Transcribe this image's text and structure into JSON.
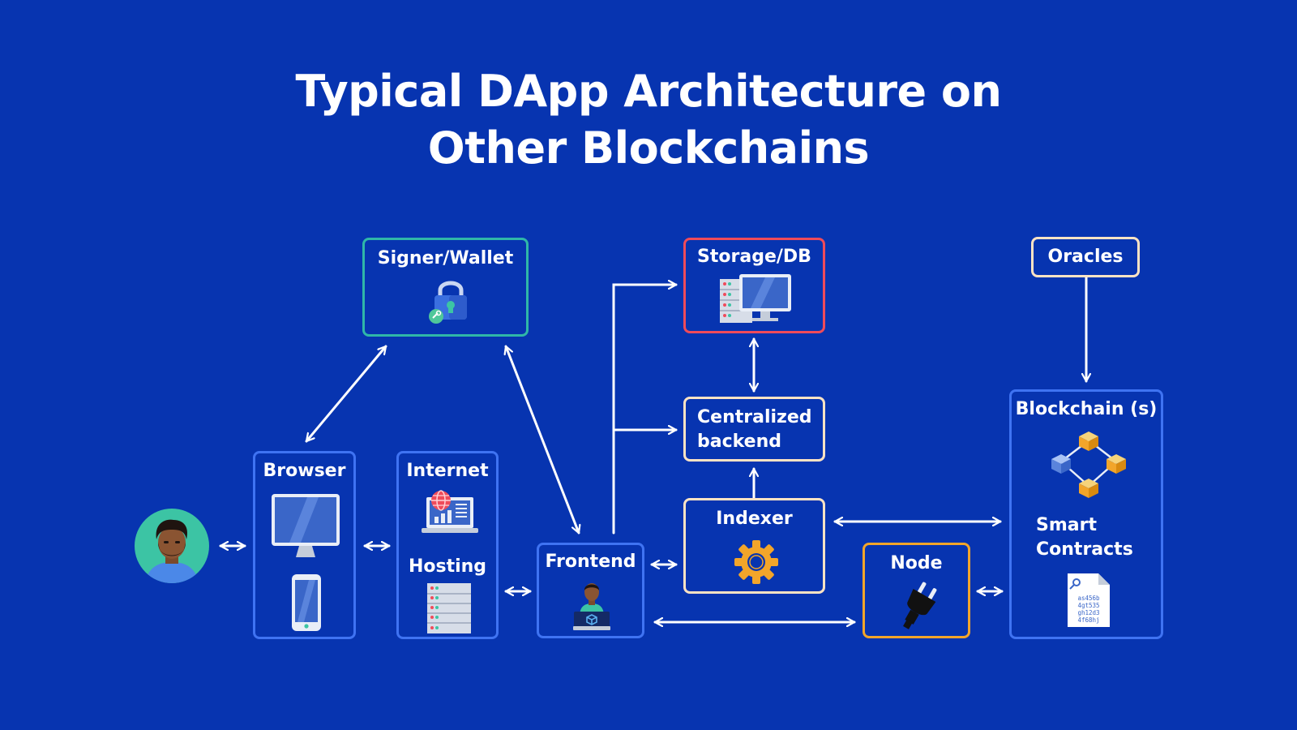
{
  "title": {
    "line1": "Typical DApp Architecture on",
    "line2": "Other Blockchains"
  },
  "colors": {
    "background": "#0734b0",
    "wallet_border": "#2fb7a8",
    "storage_border": "#ef4b5a",
    "backend_border": "#fde3c4",
    "indexer_border": "#fde3c4",
    "oracles_border": "#fde3c4",
    "node_border": "#f2a52a",
    "blue_border": "#3f73f2",
    "arrow": "#ffffff"
  },
  "nodes": {
    "wallet": {
      "label": "Signer/Wallet",
      "icon": "padlock-icon"
    },
    "storage": {
      "label": "Storage/DB",
      "icon": "server-monitor-icon"
    },
    "oracles": {
      "label": "Oracles"
    },
    "backend": {
      "line1": "Centralized",
      "line2": "backend"
    },
    "browser": {
      "label": "Browser",
      "icons": [
        "monitor-icon",
        "phone-icon"
      ]
    },
    "internet": {
      "label": "Internet",
      "sublabel": "Hosting",
      "icons": [
        "globe-laptop-icon",
        "server-rack-icon"
      ]
    },
    "frontend": {
      "label": "Frontend",
      "icon": "developer-icon"
    },
    "indexer": {
      "label": "Indexer",
      "icon": "gear-icon"
    },
    "node": {
      "label": "Node",
      "icon": "plug-icon"
    },
    "blockchain": {
      "label": "Blockchain (s)",
      "sublabel_line1": "Smart",
      "sublabel_line2": "Contracts",
      "icon": "blocks-network-icon",
      "doc_icon": "contract-document-icon",
      "doc_lines": [
        "as456b",
        "4gt535",
        "gh12d3",
        "4f68hj"
      ]
    },
    "user": {
      "icon": "user-avatar-icon"
    }
  },
  "edges": [
    {
      "from": "user",
      "to": "browser",
      "type": "bidirectional"
    },
    {
      "from": "browser",
      "to": "internet",
      "type": "bidirectional"
    },
    {
      "from": "internet",
      "to": "frontend",
      "type": "bidirectional"
    },
    {
      "from": "browser",
      "to": "wallet",
      "type": "bidirectional"
    },
    {
      "from": "frontend",
      "to": "wallet",
      "type": "bidirectional"
    },
    {
      "from": "frontend",
      "to": "storage",
      "type": "directed"
    },
    {
      "from": "frontend",
      "to": "backend",
      "type": "directed"
    },
    {
      "from": "storage",
      "to": "backend",
      "type": "bidirectional"
    },
    {
      "from": "indexer",
      "to": "backend",
      "type": "directed"
    },
    {
      "from": "frontend",
      "to": "indexer",
      "type": "bidirectional"
    },
    {
      "from": "indexer",
      "to": "blockchain",
      "type": "bidirectional"
    },
    {
      "from": "frontend",
      "to": "node",
      "type": "bidirectional"
    },
    {
      "from": "node",
      "to": "blockchain",
      "type": "bidirectional"
    },
    {
      "from": "oracles",
      "to": "blockchain",
      "type": "directed"
    }
  ]
}
